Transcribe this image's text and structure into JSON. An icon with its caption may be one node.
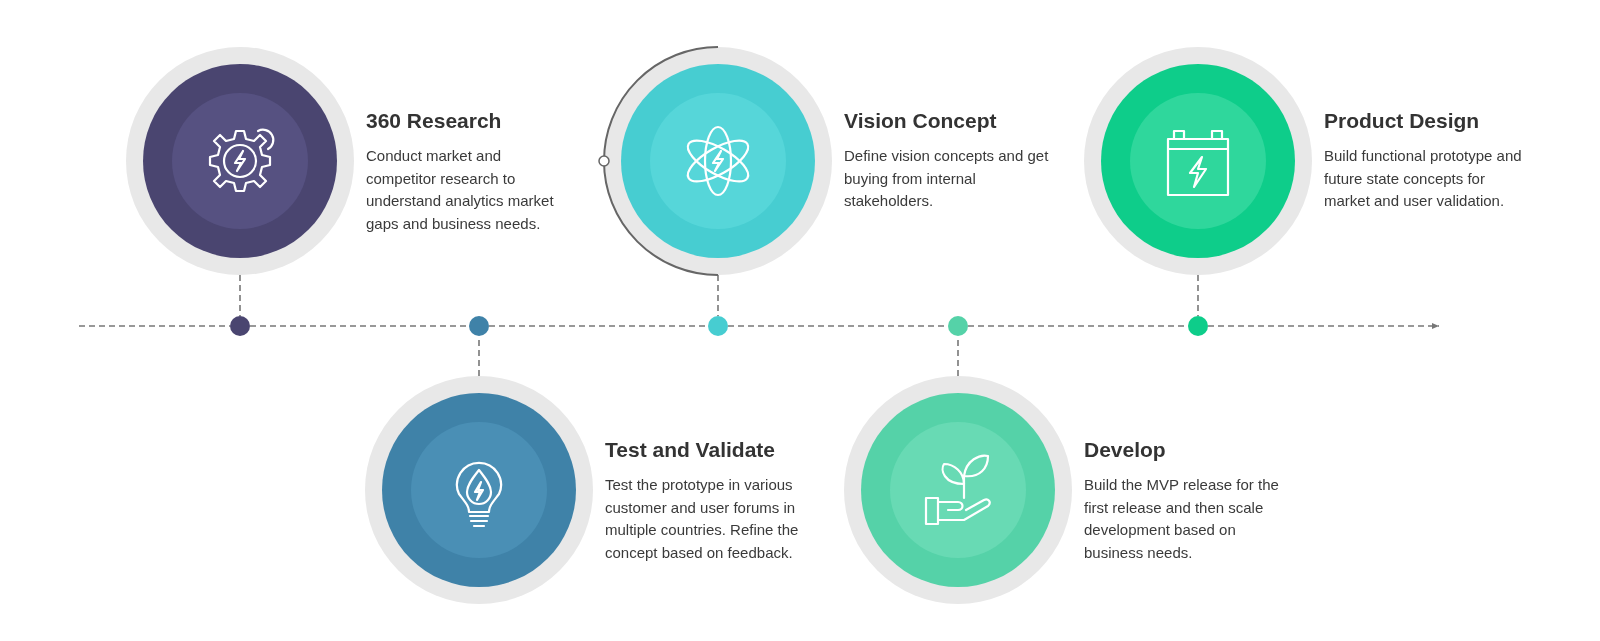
{
  "diagram": {
    "nodes": [
      {
        "text": [
          "360 Research",
          "Conduct market and competitor research to understand analytics market gaps and business needs."
        ]
      },
      {
        "text": [
          "Vision Concept",
          "Define vision concepts and get buying from internal stakeholders."
        ]
      },
      {
        "text": [
          "Product Design",
          "Build functional prototype and future state concepts for market and user validation."
        ]
      },
      {
        "text": [
          "Test and Validate",
          "Test the prototype in various customer and user forums in multiple countries. Refine the concept based on feedback."
        ]
      },
      {
        "text": [
          "Develop",
          "Build the MVP release for the first release and then scale development based on business needs."
        ]
      },
      {
        "text": [],
        "shape": "circle"
      },
      {
        "text": [],
        "shape": "circle"
      },
      {
        "text": [],
        "shape": "circle"
      },
      {
        "text": [],
        "shape": "circle"
      },
      {
        "text": [],
        "shape": "circle"
      }
    ],
    "edges": [
      {
        "from": null,
        "to": 5,
        "arrow": "none",
        "style": "dashed"
      },
      {
        "from": 5,
        "to": 6,
        "arrow": "none",
        "style": "dashed"
      },
      {
        "from": 6,
        "to": 7,
        "arrow": "none",
        "style": "dashed"
      },
      {
        "from": 7,
        "to": 8,
        "arrow": "none",
        "style": "dashed"
      },
      {
        "from": 8,
        "to": 9,
        "arrow": "none",
        "style": "dashed"
      },
      {
        "from": 9,
        "to": null,
        "arrow": "to",
        "style": "dashed"
      },
      {
        "from": 0,
        "to": 5,
        "arrow": "none",
        "style": "dashed"
      },
      {
        "from": 3,
        "to": 6,
        "arrow": "none",
        "style": "dashed"
      },
      {
        "from": 1,
        "to": 7,
        "arrow": "none",
        "style": "dashed"
      },
      {
        "from": 4,
        "to": 8,
        "arrow": "none",
        "style": "dashed"
      },
      {
        "from": 2,
        "to": 9,
        "arrow": "none",
        "style": "dashed"
      }
    ]
  }
}
